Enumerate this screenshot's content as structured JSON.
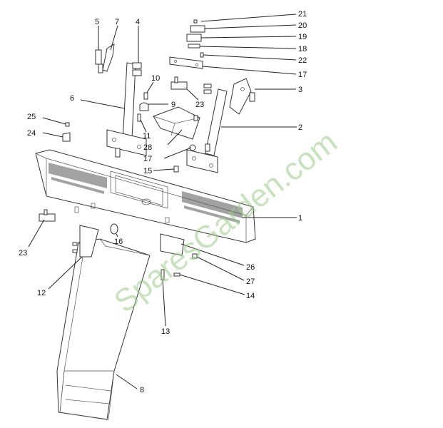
{
  "watermark": "SparesGarden.com",
  "colors": {
    "line": "#333333",
    "watermark": "#9ccc8a",
    "background": "#ffffff"
  },
  "callouts": [
    {
      "id": "c21",
      "text": "21"
    },
    {
      "id": "c20",
      "text": "20"
    },
    {
      "id": "c19",
      "text": "19"
    },
    {
      "id": "c18",
      "text": "18"
    },
    {
      "id": "c22",
      "text": "22"
    },
    {
      "id": "c17a",
      "text": "17"
    },
    {
      "id": "c3",
      "text": "3"
    },
    {
      "id": "c5",
      "text": "5"
    },
    {
      "id": "c7",
      "text": "7"
    },
    {
      "id": "c4",
      "text": "4"
    },
    {
      "id": "c10",
      "text": "10"
    },
    {
      "id": "c6",
      "text": "6"
    },
    {
      "id": "c9",
      "text": "9"
    },
    {
      "id": "c23a",
      "text": "23"
    },
    {
      "id": "c2",
      "text": "2"
    },
    {
      "id": "c25",
      "text": "25"
    },
    {
      "id": "c24",
      "text": "24"
    },
    {
      "id": "c11",
      "text": "11"
    },
    {
      "id": "c28",
      "text": "28"
    },
    {
      "id": "c17b",
      "text": "17"
    },
    {
      "id": "c15",
      "text": "15"
    },
    {
      "id": "c1",
      "text": "1"
    },
    {
      "id": "c16",
      "text": "16"
    },
    {
      "id": "c23b",
      "text": "23"
    },
    {
      "id": "c26",
      "text": "26"
    },
    {
      "id": "c27",
      "text": "27"
    },
    {
      "id": "c12",
      "text": "12"
    },
    {
      "id": "c14",
      "text": "14"
    },
    {
      "id": "c13",
      "text": "13"
    },
    {
      "id": "c8",
      "text": "8"
    }
  ]
}
